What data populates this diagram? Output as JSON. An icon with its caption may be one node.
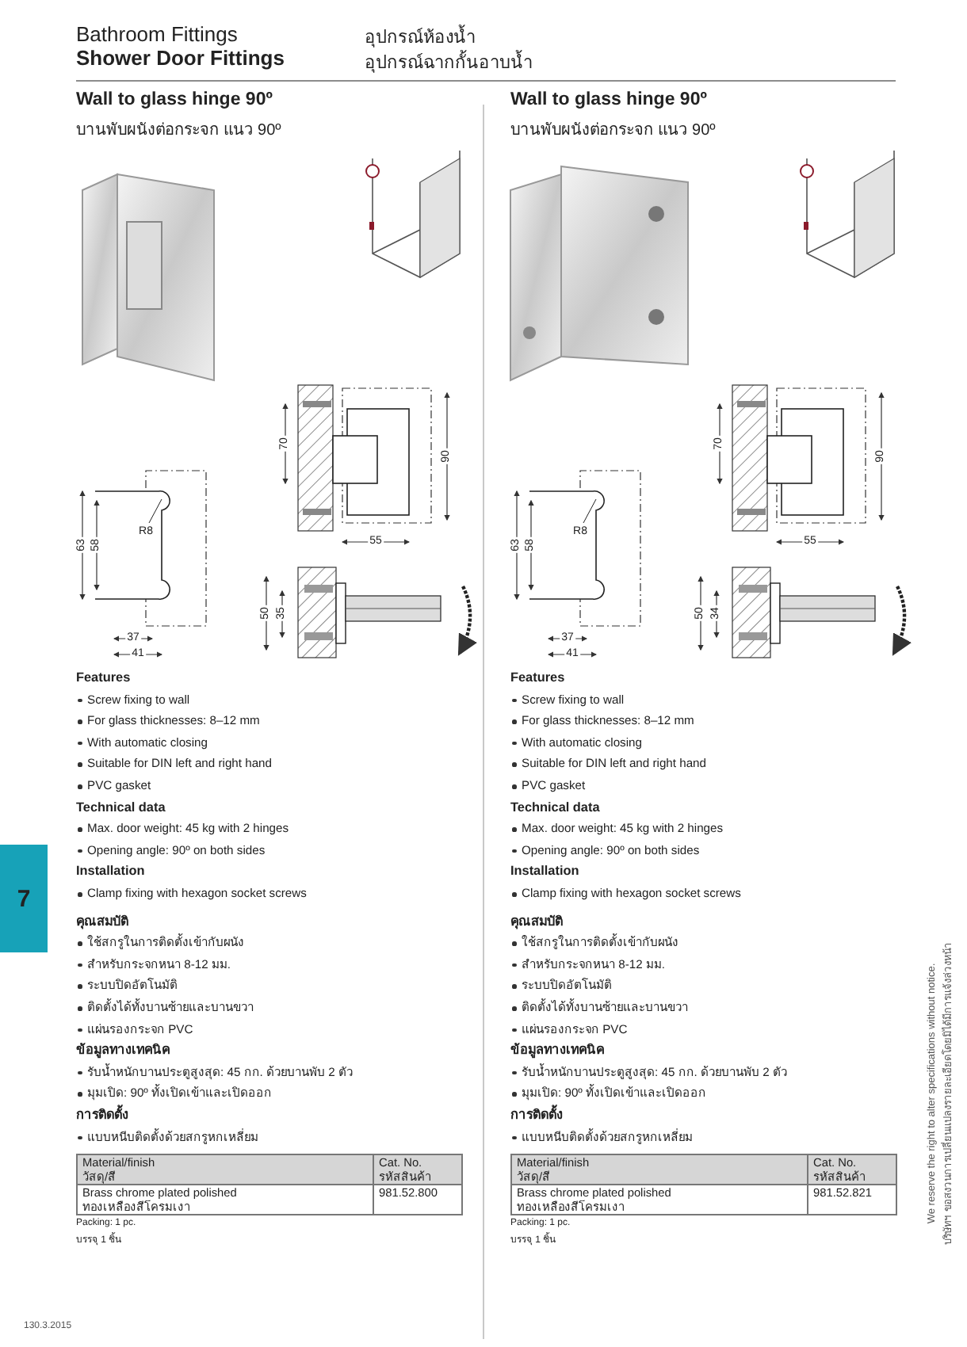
{
  "diagram": {
    "nodes": [
      {
        "text": [
          "7"
        ]
      }
    ],
    "labels": [
      "Bathroom Fittings",
      "Shower Door Fittings",
      "อุปกรณ์ห้องน้ำ",
      "อุปกรณ์ฉากกั้นอาบน้ำ",
      "Wall to glass hinge 90º",
      "บานพับผนังต่อกระจก แนว 90º",
      "70",
      "90",
      "55",
      "R8",
      "63",
      "58",
      "37",
      "41",
      "50",
      "35",
      "Features",
      "Screw fixing to wall",
      "For glass thicknesses: 8–12 mm",
      "With automatic closing",
      "Suitable for DIN left and right hand",
      "PVC gasket",
      "Technical data",
      "Max. door weight: 45 kg with 2 hinges",
      "Opening angle: 90º on both sides",
      "Installation",
      "Clamp fixing with hexagon socket screws",
      "คุณสมบัติ",
      "ใช้สกรูในการติดตั้งเข้ากับผนัง",
      "สำหรับกระจกหนา 8-12 มม.",
      "ระบบปิดอัตโนมัติ",
      "ติดตั้งได้ทั้งบานซ้ายและบานขวา",
      "แผ่นรองกระจก PVC",
      "ข้อมูลทางเทคนิค",
      "รับน้ำหนักบานประตูสูงสุด: 45 กก. ด้วยบานพับ 2 ตัว",
      "มุมเปิด: 90º ทั้งเปิดเข้าและเปิดออก",
      "การติดตั้ง",
      "แบบหนีบติดตั้งด้วยสกรูหกเหลี่ยม",
      "Material/finish",
      "วัสดุ/สี",
      "Cat. No.",
      "รหัสสินค้า",
      "Brass chrome plated polished",
      "ทองเหลืองสีโครมเงา",
      "981.52.800",
      "Packing: 1 pc.",
      "บรรจุ 1 ชิ้น",
      "Wall to glass hinge 90º",
      "บานพับผนังต่อกระจก แนว 90º",
      "70",
      "90",
      "55",
      "R8",
      "63",
      "58",
      "37",
      "41",
      "50",
      "34",
      "Features",
      "Screw fixing to wall",
      "For glass thicknesses: 8–12 mm",
      "With automatic closing",
      "Suitable for DIN left and right hand",
      "PVC gasket",
      "Technical data",
      "Max. door weight: 45 kg with 2 hinges",
      "Opening angle: 90º on both sides",
      "Installation",
      "Clamp fixing with hexagon socket screws",
      "คุณสมบัติ",
      "ใช้สกรูในการติดตั้งเข้ากับผนัง",
      "สำหรับกระจกหนา 8-12 มม.",
      "ระบบปิดอัตโนมัติ",
      "ติดตั้งได้ทั้งบานซ้ายและบานขวา",
      "แผ่นรองกระจก PVC",
      "ข้อมูลทางเทคนิค",
      "รับน้ำหนักบานประตูสูงสุด: 45 กก. ด้วยบานพับ 2 ตัว",
      "มุมเปิด: 90º ทั้งเปิดเข้าและเปิดออก",
      "การติดตั้ง",
      "แบบหนีบติดตั้งด้วยสกรูหกเหลี่ยม",
      "Material/finish",
      "วัสดุ/สี",
      "Cat. No.",
      "รหัสสินค้า",
      "Brass chrome plated polished",
      "ทองเหลืองสีโครมเงา",
      "981.52.821",
      "Packing: 1 pc.",
      "บรรจุ 1 ชิ้น",
      "We reserve the right to alter specifications without notice.",
      "บริษัทฯ ขอสงวนการเปลี่ยนแปลงรายละเอียดโดยมิได้มีการแจ้งล่วงหน้า",
      "130.3.2015"
    ]
  }
}
